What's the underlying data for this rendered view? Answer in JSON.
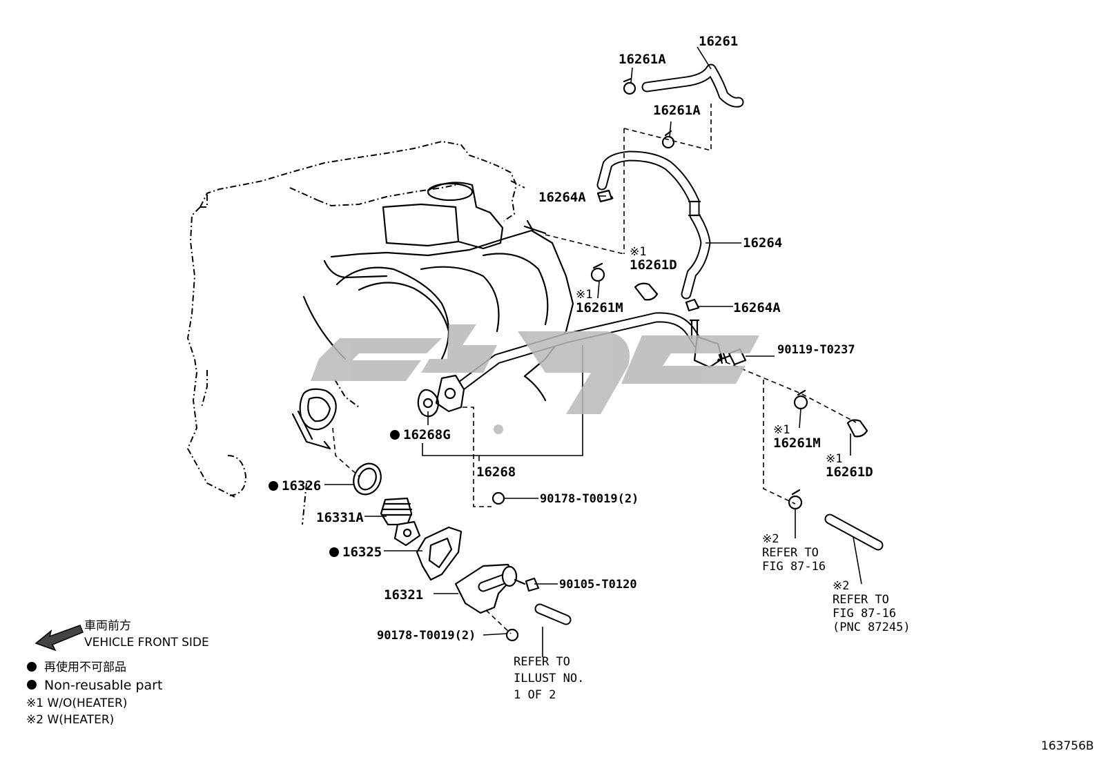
{
  "parts": {
    "p16261": "16261",
    "p16261A_1": "16261A",
    "p16261A_2": "16261A",
    "p16264A_1": "16264A",
    "p16264": "16264",
    "p16261D_1": "16261D",
    "p16261M_1": "16261M",
    "p16264A_2": "16264A",
    "p90119": "90119-T0237",
    "p16268G": "16268G",
    "p16268": "16268",
    "p16261M_2": "16261M",
    "p16261D_2": "16261D",
    "p16326": "16326",
    "p90178a": "90178-T0019(2)",
    "p16331A": "16331A",
    "p16325": "16325",
    "p16321": "16321",
    "p90105": "90105-T0120",
    "p90178b": "90178-T0019(2)"
  },
  "marks": {
    "m1a": "※1",
    "m1b": "※1",
    "m1c": "※1",
    "m1d": "※1",
    "m2a": "※2",
    "m2b": "※2"
  },
  "refs": {
    "ref1_l1": "REFER TO",
    "ref1_l2": "FIG 87-16",
    "ref2_l1": "REFER TO",
    "ref2_l2": "FIG 87-16",
    "ref2_l3": "(PNC 87245)",
    "ref3_l1": "REFER TO",
    "ref3_l2": "ILLUST NO.",
    "ref3_l3": "1 OF 2"
  },
  "legend": {
    "front_jp": "車両前方",
    "front_en": "VEHICLE FRONT SIDE",
    "nonreuse_jp": "再使用不可部品",
    "nonreuse_en": "Non-reusable part",
    "note1": "※1 W/O(HEATER)",
    "note2": "※2 W(HEATER)"
  },
  "figure_id": "163756B",
  "colors": {
    "line": "#000000",
    "watermark": "#b8b8b8",
    "background": "#ffffff"
  }
}
